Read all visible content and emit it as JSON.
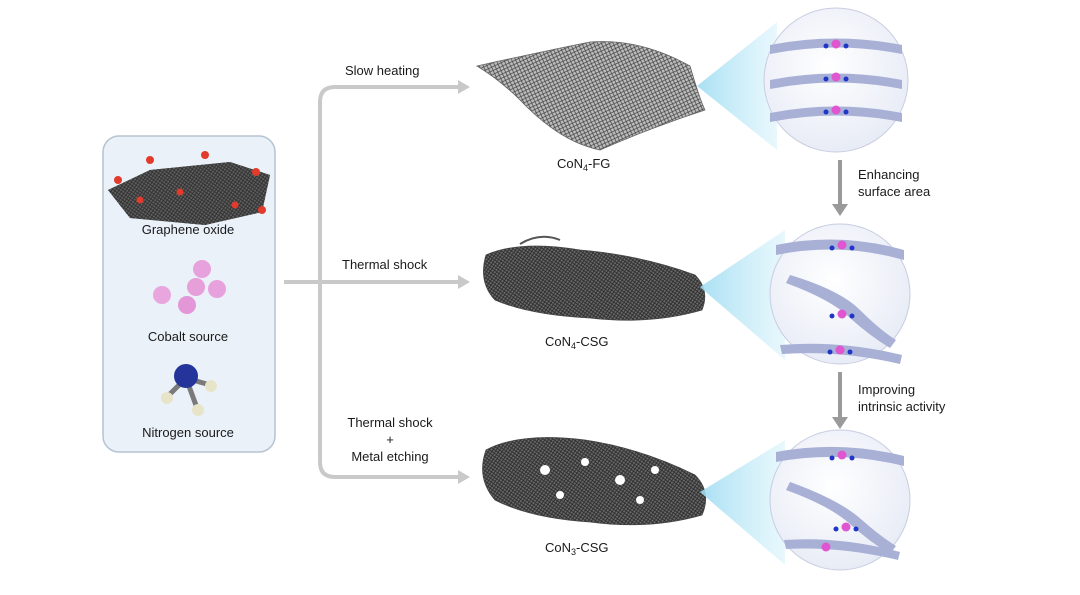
{
  "inputs": {
    "graphene_oxide": "Graphene oxide",
    "cobalt_source": "Cobalt source",
    "nitrogen_source": "Nitrogen source"
  },
  "routes": {
    "slow_heating": "Slow heating",
    "thermal_shock": "Thermal shock",
    "thermal_shock_line1": "Thermal shock",
    "plus": "+",
    "metal_etching": "Metal etching"
  },
  "products": {
    "fg": {
      "prefix": "CoN",
      "sub": "4",
      "suffix": "-FG"
    },
    "csg4": {
      "prefix": "CoN",
      "sub": "4",
      "suffix": "-CSG"
    },
    "csg3": {
      "prefix": "CoN",
      "sub": "3",
      "suffix": "-CSG"
    }
  },
  "steps": {
    "step1_line1": "Enhancing",
    "step1_line2": "surface area",
    "step2_line1": "Improving",
    "step2_line2": "intrinsic activity"
  },
  "colors": {
    "arrow": "#c8c8c8",
    "panel": "#eaf1f9",
    "cobalt": "#e055d0",
    "nitrogen": "#2036c8",
    "carbon": "#9ea6c8",
    "sheet": "#555555",
    "cone": "#bfe8f6"
  }
}
